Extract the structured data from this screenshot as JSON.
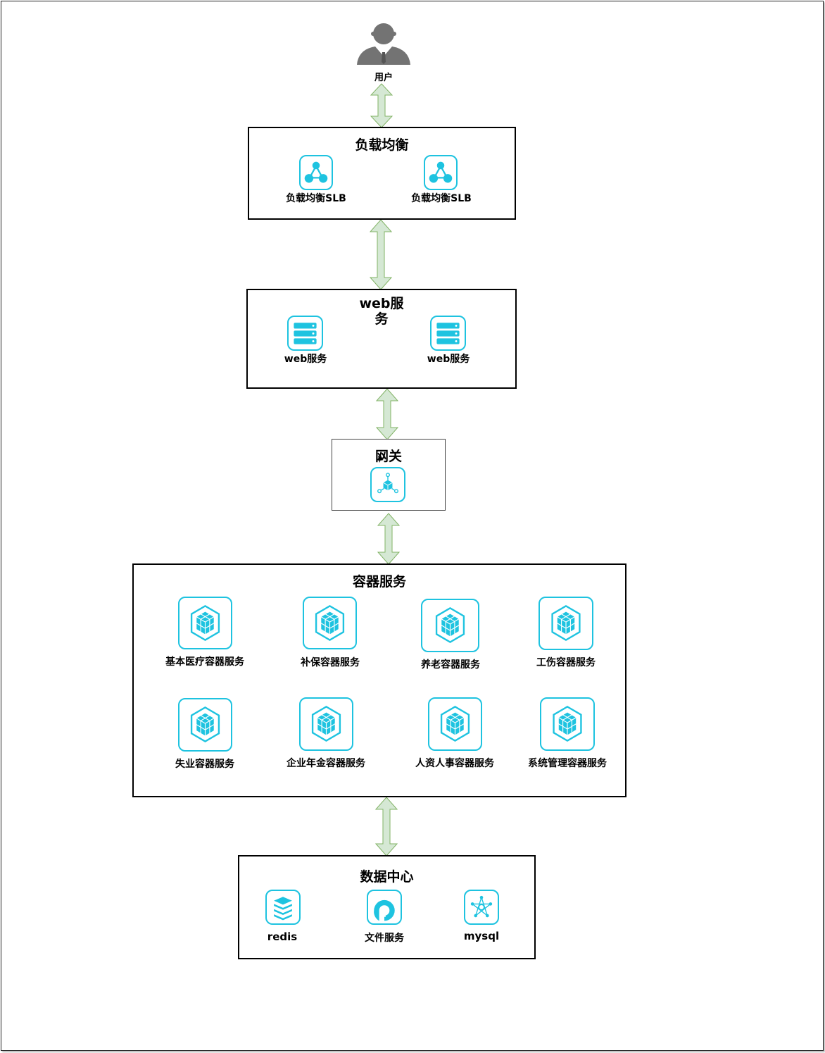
{
  "user": {
    "label": "用户"
  },
  "load_balancer": {
    "title": "负载均衡",
    "nodes": [
      "负载均衡SLB",
      "负载均衡SLB"
    ]
  },
  "web": {
    "title": "web服\n务",
    "nodes": [
      "web服务",
      "web服务"
    ]
  },
  "gateway": {
    "title": "网关"
  },
  "containers": {
    "title": "容器服务",
    "services": [
      "基本医疗容器服务",
      "补保容器服务",
      "养老容器服务",
      "工伤容器服务",
      "失业容器服务",
      "企业年金容器服务",
      "人资人事容器服务",
      "系统管理容器服务"
    ]
  },
  "data_center": {
    "title": "数据中心",
    "nodes": [
      "redis",
      "文件服务",
      "mysql"
    ]
  },
  "colors": {
    "icon": "#1ec3e0",
    "arrow_fill": "#d5e8d4",
    "arrow_stroke": "#82b366",
    "user": "#737373"
  }
}
